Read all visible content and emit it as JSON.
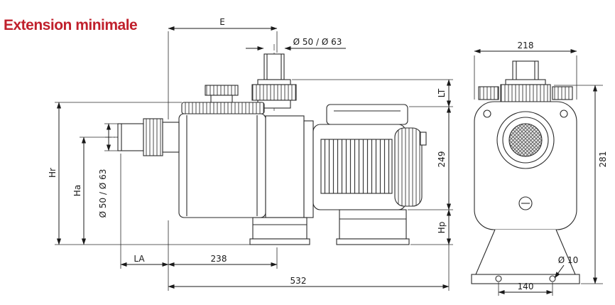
{
  "title": "Extension minimale",
  "colors": {
    "accent": "#c0202c",
    "line": "#1a1a1a"
  },
  "side_view": {
    "dims": {
      "e": "E",
      "outlet_diameter": "Ø 50 / Ø 63",
      "lt": "LT",
      "h249": "249",
      "hp": "Hp",
      "hr": "Hr",
      "ha": "Ha",
      "inlet_diameter": "Ø 50 / Ø 63",
      "la": "LA",
      "w238": "238",
      "w532": "532"
    }
  },
  "front_view": {
    "dims": {
      "w218": "218",
      "h281": "281",
      "hole_diameter": "Ø 10",
      "w140": "140"
    }
  }
}
